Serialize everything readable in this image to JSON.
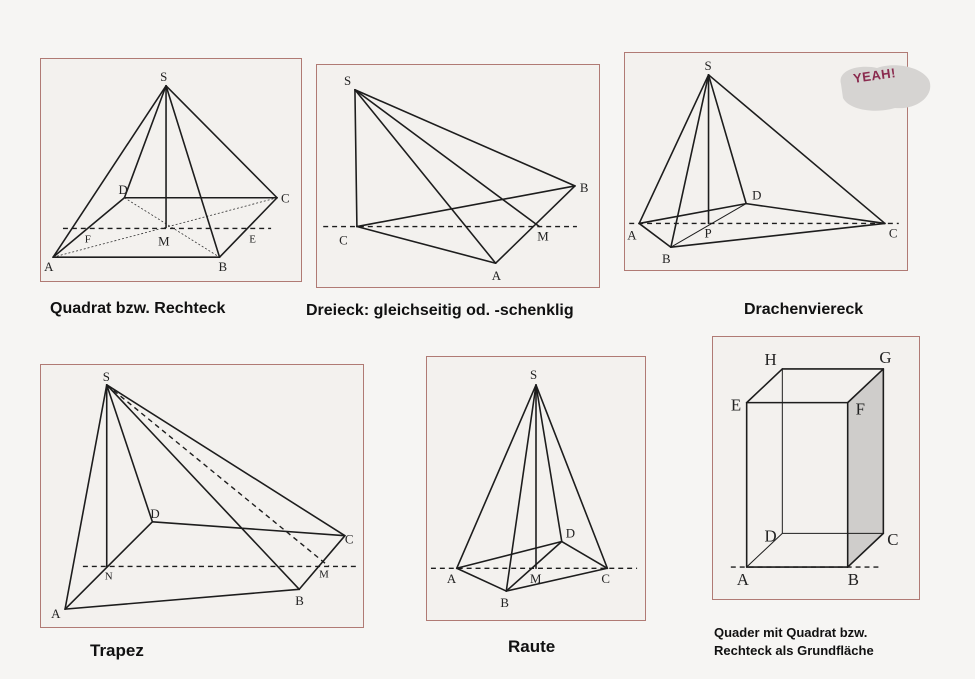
{
  "captions": {
    "square": "Quadrat  bzw. Rechteck",
    "triangle": "Dreieck: gleichseitig od. -schenklig",
    "kite": "Drachenviereck",
    "trapez": "Trapez",
    "raute": "Raute",
    "quader_line1": "Quader mit Quadrat bzw.",
    "quader_line2": "Rechteck als Grundfläche"
  },
  "sticker": {
    "text": "YEAH!"
  },
  "points": {
    "S": "S",
    "A": "A",
    "B": "B",
    "C": "C",
    "D": "D",
    "E": "E",
    "F": "F",
    "G": "G",
    "H": "H",
    "M": "M",
    "N": "N",
    "P": "P"
  }
}
